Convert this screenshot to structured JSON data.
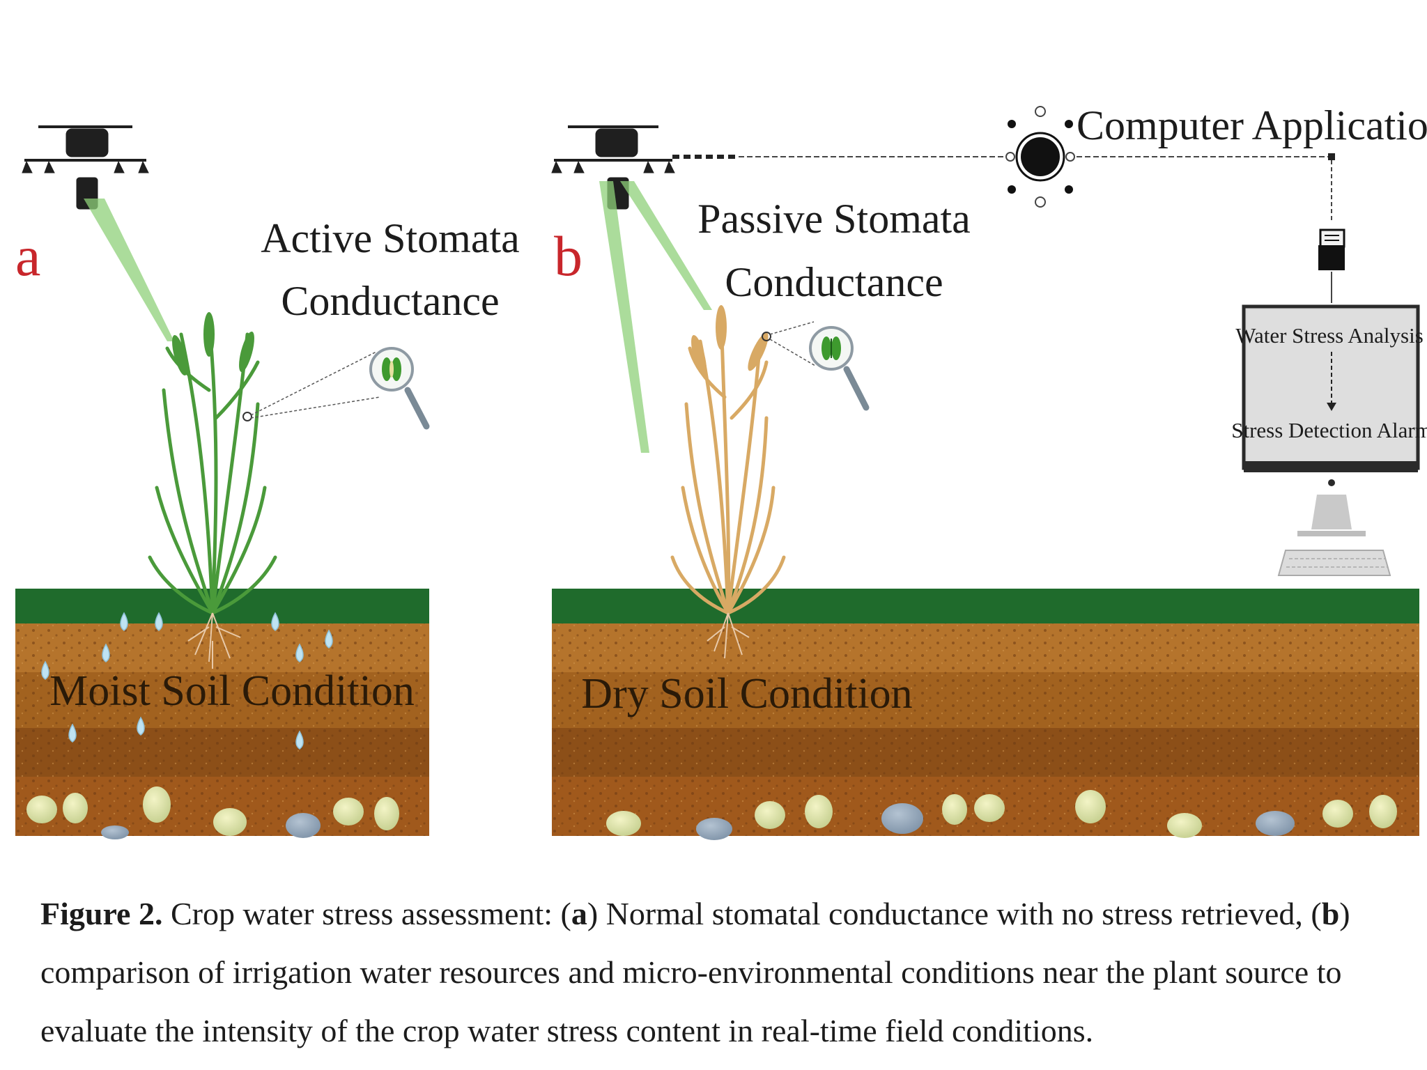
{
  "panels": {
    "a": {
      "letter": "a",
      "title_line1": "Active Stomata",
      "title_line2": "Conductance",
      "soil_label": "Moist Soil Condition"
    },
    "b": {
      "letter": "b",
      "title_line1": "Passive Stomata",
      "title_line2": "Conductance",
      "soil_label": "Dry Soil Condition"
    }
  },
  "app": {
    "title": "Computer Application",
    "screen_line1": "Water Stress Analysis",
    "screen_line2": "Stress Detection Alarm"
  },
  "caption": {
    "label": "Figure 2.",
    "part1": " Crop water stress assessment: (",
    "a": "a",
    "part2": ") Normal stomatal conductance with no stress retrieved, (",
    "b": "b",
    "part3": ") comparison of irrigation water resources and micro-environmental conditions near the plant source to evaluate the intensity of the crop water stress content in real-time field conditions."
  },
  "colors": {
    "letter_red": "#c8262b",
    "grass": "#1f6b2c",
    "soil_top": "#b5742c",
    "soil_mid": "#a2621f",
    "soil_deep": "#8c4f18",
    "green_plant": "#4a9a3a",
    "dry_plant": "#d8a964",
    "beam": "#8fd07a",
    "water_drop": "#bfe3f2"
  }
}
